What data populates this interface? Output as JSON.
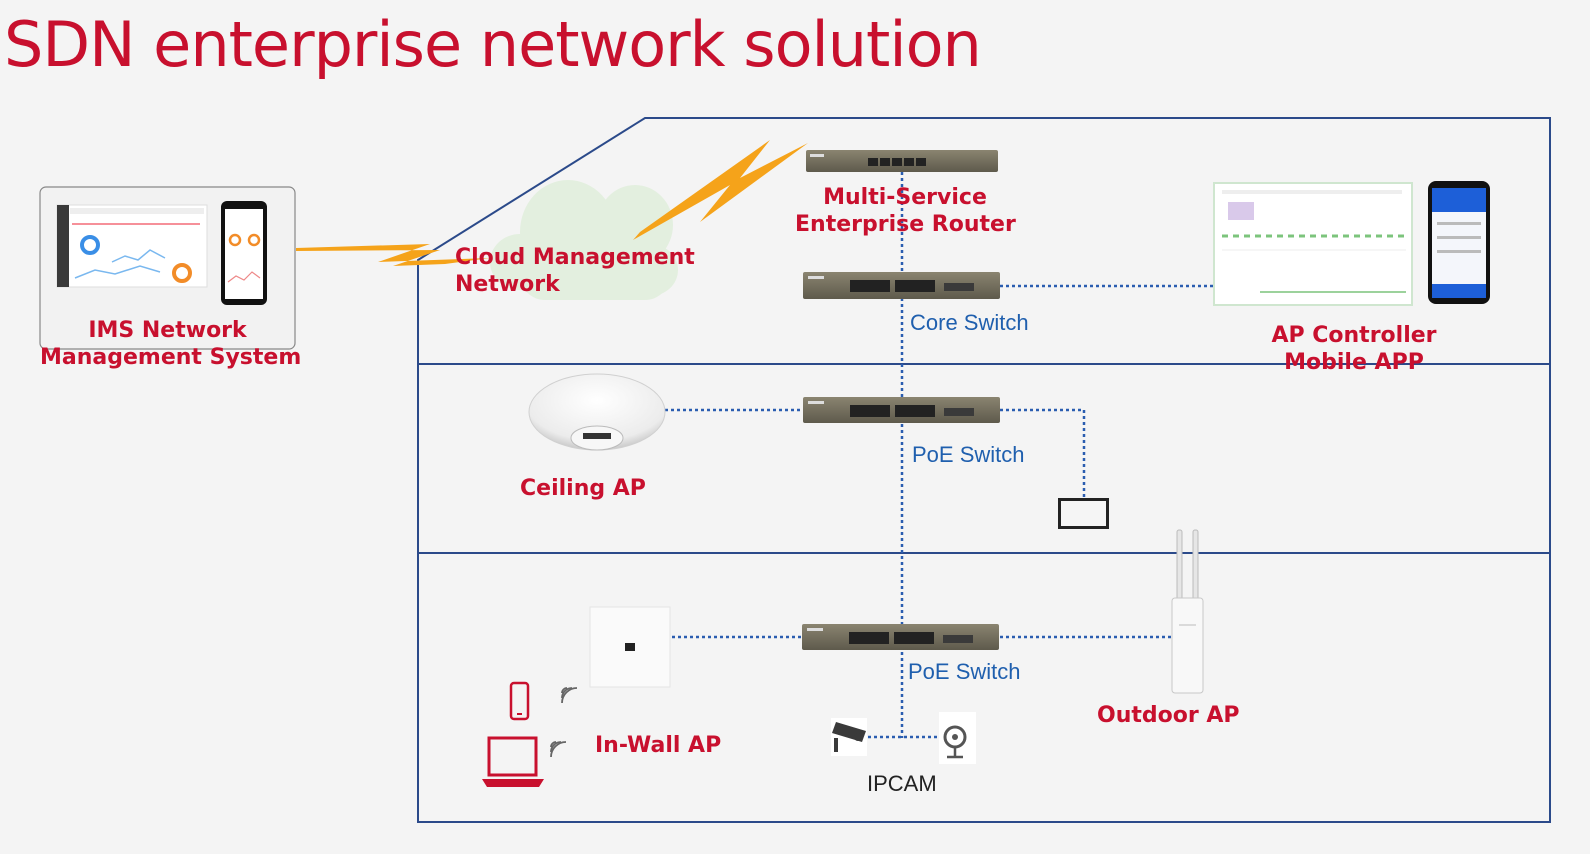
{
  "title": "SDN enterprise network solution",
  "ims": {
    "line1": "IMS Network",
    "line2": "Management System"
  },
  "cloud": {
    "line1": "Cloud Management",
    "line2": "Network"
  },
  "router": {
    "line1": "Multi-Service",
    "line2": "Enterprise Router"
  },
  "core_switch": "Core Switch",
  "ap_controller": {
    "line1": "AP Controller",
    "line2": "Mobile APP"
  },
  "ceiling_ap": "Ceiling AP",
  "poe_switch_1": "PoE Switch",
  "poe_switch_2": "PoE Switch",
  "in_wall_ap": "In-Wall AP",
  "outdoor_ap": "Outdoor AP",
  "ipcam": "IPCAM",
  "colors": {
    "label_red": "#c8102e",
    "label_blue": "#1f5fae",
    "frame_navy": "#2b4a8a",
    "link_dotted": "#2a5db0",
    "lightning_orange": "#f5a31a",
    "cloud_green": "#e3efdf",
    "switch_brown": "#75705f"
  },
  "icons": [
    "phone-icon",
    "laptop-icon",
    "wifi-icon",
    "camera-icon",
    "webcam-icon",
    "lightning-icon",
    "cloud-icon"
  ]
}
